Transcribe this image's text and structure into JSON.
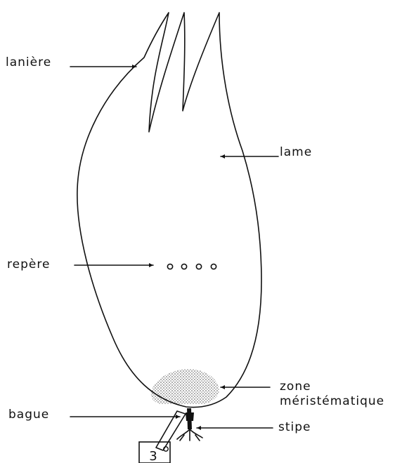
{
  "diagram": {
    "labels": {
      "laniere": "lanière",
      "lame": "lame",
      "repere": "repère",
      "zone_line1": "zone",
      "zone_line2": "méristématique",
      "bague": "bague",
      "stipe": "stipe"
    },
    "tag_number": "3",
    "colors": {
      "ink": "#111111",
      "background": "#ffffff",
      "stipple": "#8a8a8a"
    }
  }
}
